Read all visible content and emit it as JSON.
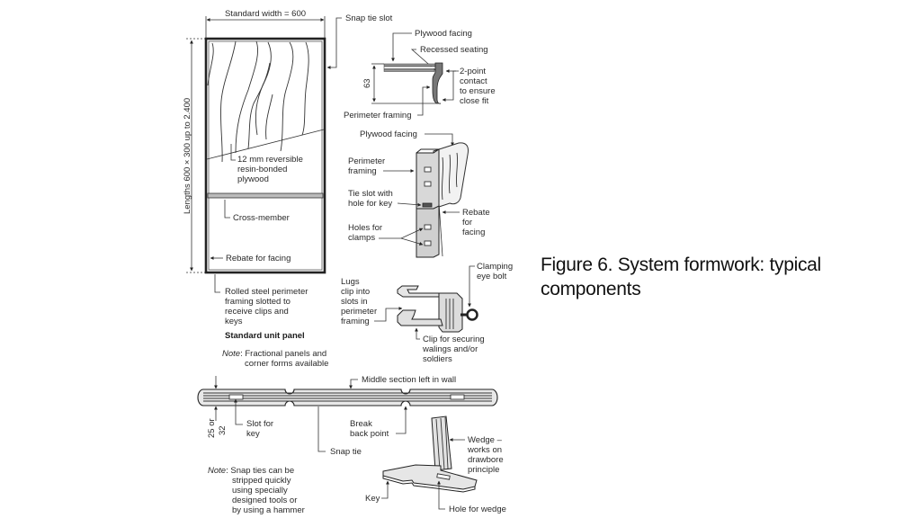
{
  "figure": {
    "caption_line1": "Figure 6. System formwork: typical",
    "caption_line2": "components"
  },
  "panel": {
    "width_dim": "Standard width = 600",
    "length_dim": "Lengths 600 × 300 up to 2.400",
    "snap_tie_slot": "Snap tie slot",
    "plywood": [
      "12 mm reversible",
      "resin-bonded",
      "plywood"
    ],
    "cross_member": "Cross-member",
    "rebate": "Rebate for facing",
    "framing": [
      "Rolled steel perimeter",
      "framing slotted to",
      "receive clips and",
      "keys"
    ],
    "title": "Standard unit panel",
    "note_label": "Note",
    "note": [
      ": Fractional panels and",
      "corner forms available"
    ]
  },
  "section_detail": {
    "plywood_facing": "Plywood facing",
    "recessed_seating": "Recessed seating",
    "contact": [
      "2-point",
      "contact",
      "to ensure",
      "close fit"
    ],
    "dim_63": "63",
    "perimeter_framing": "Perimeter framing"
  },
  "corner_detail": {
    "plywood_facing": "Plywood facing",
    "perimeter_framing": [
      "Perimeter",
      "framing"
    ],
    "tie_slot": [
      "Tie slot with",
      "hole for key"
    ],
    "rebate": [
      "Rebate",
      "for",
      "facing"
    ],
    "holes": [
      "Holes for",
      "clamps"
    ]
  },
  "clip_detail": {
    "eye_bolt": [
      "Clamping",
      "eye bolt"
    ],
    "lugs": [
      "Lugs",
      "clip into",
      "slots in",
      "perimeter",
      "framing"
    ],
    "clip": [
      "Clip for securing",
      "walings and/or",
      "soldiers"
    ]
  },
  "snap_tie": {
    "middle": "Middle section left in wall",
    "dim": [
      "25 or",
      "32"
    ],
    "slot": [
      "Slot for",
      "key"
    ],
    "break": [
      "Break",
      "back point"
    ],
    "label": "Snap tie",
    "note_label": "Note",
    "note": [
      ": Snap ties can be",
      "stripped quickly",
      "using specially",
      "designed tools or",
      "by using a hammer"
    ]
  },
  "wedge_key": {
    "wedge": [
      "Wedge –",
      "works on",
      "drawbore",
      "principle"
    ],
    "key": "Key",
    "hole": "Hole for wedge"
  }
}
